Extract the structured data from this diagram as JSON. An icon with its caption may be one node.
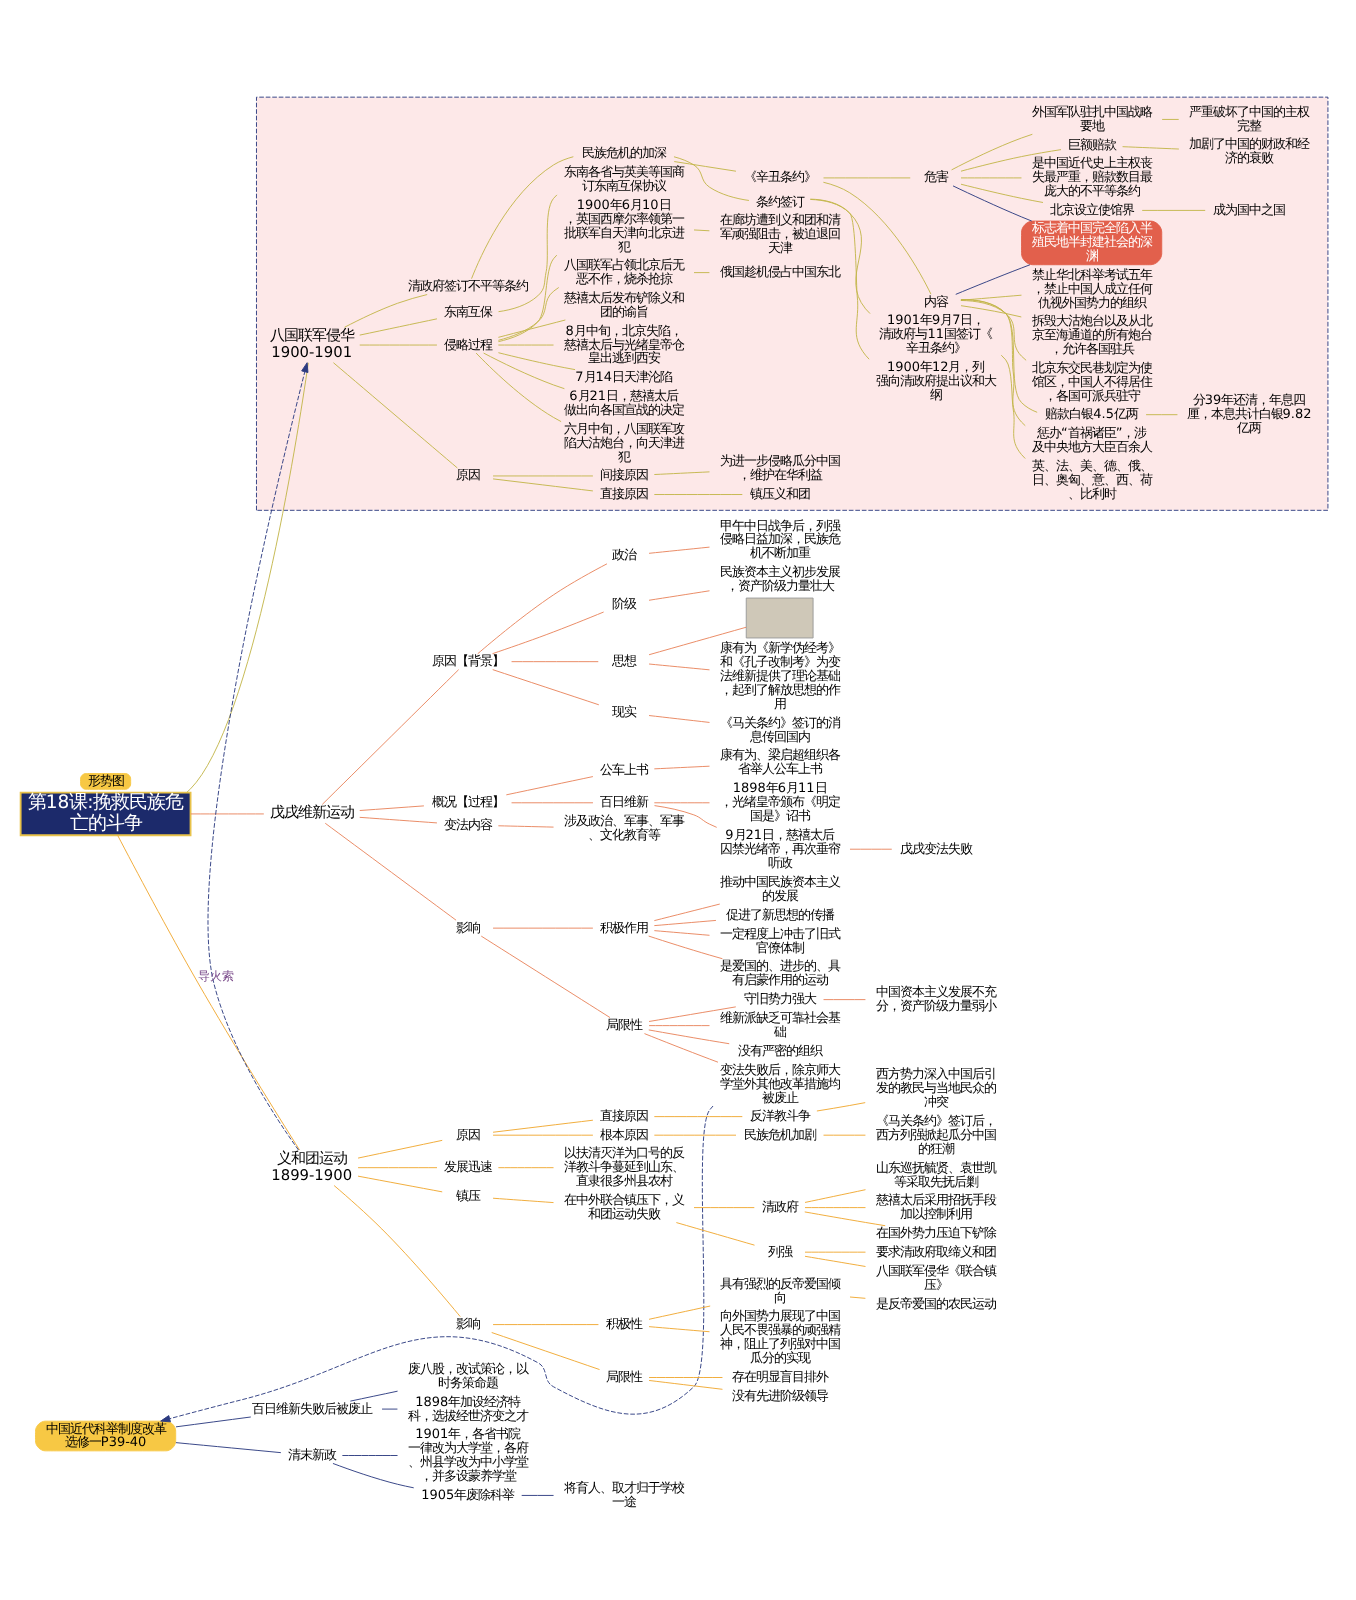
{
  "diagram": {
    "nodes": [
      {
        "text": [
          "第18课:挽救民族危亡的斗争"
        ]
      },
      {
        "text": [
          "戊戌维新运动"
        ]
      },
      {
        "text": [
          "原因【背景】"
        ]
      },
      {
        "text": [
          "政治"
        ]
      },
      {
        "text": [
          "甲午中日战争后，列强侵略日益加深，民族危机不断加重"
        ]
      },
      {
        "text": [
          "阶级"
        ]
      },
      {
        "text": [
          "民族资本主义初步发展，资产阶级力量壮大"
        ]
      },
      {
        "text": [
          "思想"
        ]
      },
      {
        "text": [],
        "shape": "box"
      },
      {
        "text": [
          "康有为《新学伪经考》和《孔子改制考》为变法维新提供了理论基础，起到了解放思想的作用"
        ]
      },
      {
        "text": [
          "现实"
        ]
      },
      {
        "text": [
          "《马关条约》签订的消息传回国内"
        ]
      },
      {
        "text": [
          "概况【过程】"
        ]
      },
      {
        "text": [
          "公车上书"
        ]
      },
      {
        "text": [
          "康有为、梁启超组织各省举人公车上书"
        ]
      },
      {
        "text": [
          "百日维新"
        ]
      },
      {
        "text": [
          "1898年6月11日，光绪皇帝颁布《明定国是》诏书"
        ]
      },
      {
        "text": [
          "9月21日，慈禧太后囚禁光绪帝，再次垂帘听政"
        ]
      },
      {
        "text": [
          "戊戌变法失败"
        ]
      },
      {
        "text": [
          "变法内容"
        ]
      },
      {
        "text": [
          "涉及政治、军事、军事、文化教育等"
        ]
      },
      {
        "text": [
          "影响"
        ]
      },
      {
        "text": [
          "积极作用"
        ]
      },
      {
        "text": [
          "推动中国民族资本主义的发展"
        ]
      },
      {
        "text": [
          "促进了新思想的传播"
        ]
      },
      {
        "text": [
          "一定程度上冲击了旧式官僚体制"
        ]
      },
      {
        "text": [
          "是爱国的、进步的、具有启蒙作用的运动"
        ]
      },
      {
        "text": [
          "局限性"
        ]
      },
      {
        "text": [
          "守旧势力强大"
        ]
      },
      {
        "text": [
          "中国资本主义发展不充分，资产阶级力量弱小"
        ]
      },
      {
        "text": [
          "维新派缺乏可靠社会基础"
        ]
      },
      {
        "text": [
          "没有严密的组织"
        ]
      },
      {
        "text": [
          "变法失败后，除京师大学堂外其他改革措施均被废止"
        ]
      },
      {
        "text": [
          "中国近代科举制度改革",
          "选修一P39-40"
        ]
      },
      {
        "text": [
          "百日维新失败后被废止"
        ]
      },
      {
        "text": [
          "废八股，改试策论，以时务策命题"
        ]
      },
      {
        "text": [
          "1898年加设经济特科，选拔经世济变之才"
        ]
      },
      {
        "text": [
          "清末新政"
        ]
      },
      {
        "text": [
          "1901年，各省书院一律改为大学堂，各府、州县学改为中小学堂，并多设蒙养学堂"
        ]
      },
      {
        "text": [
          "1905年废除科举"
        ]
      },
      {
        "text": [
          "将育人、取才归于学校一途"
        ]
      },
      {
        "text": [
          "形势图"
        ]
      },
      {
        "text": [
          "义和团运动",
          "1899-1900"
        ]
      },
      {
        "text": [
          "原因"
        ]
      },
      {
        "text": [
          "直接原因"
        ]
      },
      {
        "text": [
          "反洋教斗争"
        ]
      },
      {
        "text": [
          "西方势力深入中国后引发的教民与当地民众的冲突"
        ]
      },
      {
        "text": [
          "根本原因"
        ]
      },
      {
        "text": [
          "民族危机加剧"
        ]
      },
      {
        "text": [
          "《马关条约》签订后，西方列强掀起瓜分中国的狂潮"
        ]
      },
      {
        "text": [
          "发展迅速"
        ]
      },
      {
        "text": [
          "以扶清灭洋为口号的反洋教斗争蔓延到山东、直隶很多州县农村"
        ]
      },
      {
        "text": [
          "镇压"
        ]
      },
      {
        "text": [
          "在中外联合镇压下，义和团运动失败"
        ]
      },
      {
        "text": [
          "清政府"
        ]
      },
      {
        "text": [
          "山东巡抚毓贤、袁世凯等采取先抚后剿"
        ]
      },
      {
        "text": [
          "慈禧太后采用招抚手段加以控制利用"
        ]
      },
      {
        "text": [
          "在国外势力压迫下铲除"
        ]
      },
      {
        "text": [
          "列强"
        ]
      },
      {
        "text": [
          "要求清政府取缔义和团"
        ]
      },
      {
        "text": [
          "八国联军侵华《联合镇压》"
        ]
      },
      {
        "text": [
          "影响"
        ]
      },
      {
        "text": [
          "积极性"
        ]
      },
      {
        "text": [
          "具有强烈的反帝爱国倾向"
        ]
      },
      {
        "text": [
          "是反帝爱国的农民运动"
        ]
      },
      {
        "text": [
          "向外国势力展现了中国人民不畏强暴的顽强精神，阻止了列强对中国瓜分的实现"
        ]
      },
      {
        "text": [
          "局限性"
        ]
      },
      {
        "text": [
          "存在明显盲目排外"
        ]
      },
      {
        "text": [
          "没有先进阶级领导"
        ]
      },
      {
        "text": [],
        "shape": "box"
      },
      {
        "text": [
          "八国联军侵华",
          "1900-1901"
        ],
        "in": 69
      },
      {
        "text": [
          "原因"
        ],
        "in": 69
      },
      {
        "text": [
          "直接原因"
        ],
        "in": 69
      },
      {
        "text": [
          "镇压义和团"
        ],
        "in": 69
      },
      {
        "text": [
          "间接原因"
        ],
        "in": 69
      },
      {
        "text": [
          "为进一步侵略瓜分中国，维护在华利益"
        ],
        "in": 69
      },
      {
        "text": [
          "侵略过程"
        ],
        "in": 69
      },
      {
        "text": [
          "1900年6月10日，英国西摩尔率领第一批联军自天津向北京进犯"
        ],
        "in": 69
      },
      {
        "text": [
          "在廊坊遭到义和团和清军顽强阻击，被迫退回天津"
        ],
        "in": 69
      },
      {
        "text": [
          "六月中旬，八国联军攻陷大沽炮台，向天津进犯"
        ],
        "in": 69
      },
      {
        "text": [
          "6月21日，慈禧太后做出向各国宣战的决定"
        ],
        "in": 69
      },
      {
        "text": [
          "7月14日天津沦陷"
        ],
        "in": 69
      },
      {
        "text": [
          "8月中旬，北京失陷，慈禧太后与光绪皇帝仓皇出逃到西安"
        ],
        "in": 69
      },
      {
        "text": [
          "慈禧太后发布铲除义和团的谕旨"
        ],
        "in": 69
      },
      {
        "text": [
          "八国联军占领北京后无恶不作，烧杀抢掠"
        ],
        "in": 69
      },
      {
        "text": [
          "俄国趁机侵占中国东北"
        ],
        "in": 69
      },
      {
        "text": [
          "东南互保"
        ],
        "in": 69
      },
      {
        "text": [
          "东南各省与英美等国商订东南互保协议"
        ],
        "in": 69
      },
      {
        "text": [
          "清政府签订不平等条约"
        ],
        "in": 69
      },
      {
        "text": [
          "民族危机的加深"
        ],
        "in": 69
      },
      {
        "text": [
          "条约签订"
        ],
        "in": 69
      },
      {
        "text": [
          "1900年12月，列强向清政府提出议和大纲"
        ],
        "in": 69
      },
      {
        "text": [
          "1901年9月7日，清政府与11国签订《辛丑条约》"
        ],
        "in": 69
      },
      {
        "text": [
          "英、法、美、德、俄、日、奥匈、意、西、荷、比利时"
        ],
        "in": 69
      },
      {
        "text": [
          "《辛丑条约》"
        ],
        "in": 69
      },
      {
        "text": [
          "内容"
        ],
        "in": 69
      },
      {
        "text": [
          "惩办“首祸诸臣”，涉及中央地方大臣百余人"
        ],
        "in": 69
      },
      {
        "text": [
          "赔款白银4.5亿两"
        ],
        "in": 69
      },
      {
        "text": [
          "分39年还清，年息四厘，本息共计白银9.82亿两"
        ],
        "in": 69
      },
      {
        "text": [
          "北京东交民巷划定为使馆区，中国人不得居住，各国可派兵驻守"
        ],
        "in": 69
      },
      {
        "text": [
          "拆毁大沽炮台以及从北京至海通道的所有炮台，允许各国驻兵"
        ],
        "in": 69
      },
      {
        "text": [
          "禁止华北科举考试五年，禁止中国人成立任何仇视外国势力的组织"
        ],
        "in": 69
      },
      {
        "text": [
          "危害"
        ],
        "in": 69
      },
      {
        "text": [
          "是中国近代史上主权丧失最严重，赔款数目最庞大的不平等条约"
        ],
        "in": 69
      },
      {
        "text": [
          "巨额赔款"
        ],
        "in": 69
      },
      {
        "text": [
          "加剧了中国的财政和经济的衰败"
        ],
        "in": 69
      },
      {
        "text": [
          "外国军队驻扎中国战略要地"
        ],
        "in": 69
      },
      {
        "text": [
          "严重破坏了中国的主权完整"
        ],
        "in": 69
      },
      {
        "text": [
          "北京设立使馆界"
        ],
        "in": 69
      },
      {
        "text": [
          "成为国中之国"
        ],
        "in": 69
      },
      {
        "text": [
          "标志着中国完全陷入半殖民地半封建社会的深渊"
        ],
        "in": 69
      }
    ],
    "edges": [
      {
        "from": 0,
        "to": 1,
        "arrow": "none",
        "color": "#e8845c"
      },
      {
        "from": 1,
        "to": 2,
        "arrow": "none",
        "color": "#e8845c"
      },
      {
        "from": 2,
        "to": 3,
        "arrow": "none",
        "color": "#e8845c"
      },
      {
        "from": 3,
        "to": 4,
        "arrow": "none",
        "color": "#e8845c"
      },
      {
        "from": 2,
        "to": 5,
        "arrow": "none",
        "color": "#e8845c"
      },
      {
        "from": 5,
        "to": 6,
        "arrow": "none",
        "color": "#e8845c"
      },
      {
        "from": 2,
        "to": 7,
        "arrow": "none",
        "color": "#e8845c"
      },
      {
        "from": 7,
        "to": 8,
        "arrow": "none",
        "color": "#e8845c"
      },
      {
        "from": 7,
        "to": 9,
        "arrow": "none",
        "color": "#e8845c"
      },
      {
        "from": 2,
        "to": 10,
        "arrow": "none",
        "color": "#e8845c"
      },
      {
        "from": 10,
        "to": 11,
        "arrow": "none",
        "color": "#e8845c"
      },
      {
        "from": 1,
        "to": 12,
        "arrow": "none",
        "color": "#e8845c"
      },
      {
        "from": 12,
        "to": 13,
        "arrow": "none",
        "color": "#e8845c"
      },
      {
        "from": 13,
        "to": 14,
        "arrow": "none",
        "color": "#e8845c"
      },
      {
        "from": 12,
        "to": 15,
        "arrow": "none",
        "color": "#e8845c"
      },
      {
        "from": 15,
        "to": 16,
        "arrow": "none",
        "color": "#e8845c"
      },
      {
        "from": 15,
        "to": 17,
        "arrow": "none",
        "color": "#e8845c"
      },
      {
        "from": 17,
        "to": 18,
        "arrow": "none",
        "color": "#e8845c"
      },
      {
        "from": 1,
        "to": 19,
        "arrow": "none",
        "color": "#e8845c"
      },
      {
        "from": 19,
        "to": 20,
        "arrow": "none",
        "color": "#e8845c"
      },
      {
        "from": 1,
        "to": 21,
        "arrow": "none",
        "color": "#e8845c"
      },
      {
        "from": 21,
        "to": 22,
        "arrow": "none",
        "color": "#e8845c"
      },
      {
        "from": 22,
        "to": 23,
        "arrow": "none",
        "color": "#e8845c"
      },
      {
        "from": 22,
        "to": 24,
        "arrow": "none",
        "color": "#e8845c"
      },
      {
        "from": 22,
        "to": 25,
        "arrow": "none",
        "color": "#e8845c"
      },
      {
        "from": 22,
        "to": 26,
        "arrow": "none",
        "color": "#e8845c"
      },
      {
        "from": 21,
        "to": 27,
        "arrow": "none",
        "color": "#e8845c"
      },
      {
        "from": 27,
        "to": 28,
        "arrow": "none",
        "color": "#e8845c"
      },
      {
        "from": 28,
        "to": 29,
        "arrow": "none",
        "color": "#e8845c"
      },
      {
        "from": 27,
        "to": 30,
        "arrow": "none",
        "color": "#e8845c"
      },
      {
        "from": 27,
        "to": 31,
        "arrow": "none",
        "color": "#e8845c"
      },
      {
        "from": 27,
        "to": 32,
        "arrow": "none",
        "color": "#e8845c"
      },
      {
        "from": 32,
        "to": 33,
        "arrow": "to",
        "style": "dashed",
        "color": "#2b3a80"
      },
      {
        "from": 33,
        "to": 34,
        "arrow": "none",
        "color": "#2b3a80"
      },
      {
        "from": 34,
        "to": 35,
        "arrow": "none",
        "color": "#2b3a80"
      },
      {
        "from": 34,
        "to": 36,
        "arrow": "none",
        "color": "#2b3a80"
      },
      {
        "from": 33,
        "to": 37,
        "arrow": "none",
        "color": "#2b3a80"
      },
      {
        "from": 37,
        "to": 38,
        "arrow": "none",
        "color": "#2b3a80"
      },
      {
        "from": 37,
        "to": 39,
        "arrow": "none",
        "color": "#2b3a80"
      },
      {
        "from": 39,
        "to": 40,
        "arrow": "none",
        "color": "#2b3a80"
      },
      {
        "from": 0,
        "to": 42,
        "arrow": "none",
        "color": "#f0a830"
      },
      {
        "from": 42,
        "to": 43,
        "arrow": "none",
        "color": "#f0a830"
      },
      {
        "from": 43,
        "to": 44,
        "arrow": "none",
        "color": "#f0a830"
      },
      {
        "from": 44,
        "to": 45,
        "arrow": "none",
        "color": "#f0a830"
      },
      {
        "from": 45,
        "to": 46,
        "arrow": "none",
        "color": "#f0a830"
      },
      {
        "from": 43,
        "to": 47,
        "arrow": "none",
        "color": "#f0a830"
      },
      {
        "from": 47,
        "to": 48,
        "arrow": "none",
        "color": "#f0a830"
      },
      {
        "from": 48,
        "to": 49,
        "arrow": "none",
        "color": "#f0a830"
      },
      {
        "from": 42,
        "to": 50,
        "arrow": "none",
        "color": "#f0a830"
      },
      {
        "from": 50,
        "to": 51,
        "arrow": "none",
        "color": "#f0a830"
      },
      {
        "from": 42,
        "to": 52,
        "arrow": "none",
        "color": "#f0a830"
      },
      {
        "from": 52,
        "to": 53,
        "arrow": "none",
        "color": "#f0a830"
      },
      {
        "from": 53,
        "to": 54,
        "arrow": "none",
        "color": "#f0a830"
      },
      {
        "from": 54,
        "to": 55,
        "arrow": "none",
        "color": "#f0a830"
      },
      {
        "from": 54,
        "to": 56,
        "arrow": "none",
        "color": "#f0a830"
      },
      {
        "from": 54,
        "to": 57,
        "arrow": "none",
        "color": "#f0a830"
      },
      {
        "from": 53,
        "to": 58,
        "arrow": "none",
        "color": "#f0a830"
      },
      {
        "from": 58,
        "to": 59,
        "arrow": "none",
        "color": "#f0a830"
      },
      {
        "from": 58,
        "to": 60,
        "arrow": "none",
        "color": "#f0a830"
      },
      {
        "from": 42,
        "to": 61,
        "arrow": "none",
        "color": "#f0a830"
      },
      {
        "from": 61,
        "to": 62,
        "arrow": "none",
        "color": "#f0a830"
      },
      {
        "from": 62,
        "to": 63,
        "arrow": "none",
        "color": "#f0a830"
      },
      {
        "from": 63,
        "to": 64,
        "arrow": "none",
        "color": "#f0a830"
      },
      {
        "from": 62,
        "to": 65,
        "arrow": "none",
        "color": "#f0a830"
      },
      {
        "from": 61,
        "to": 66,
        "arrow": "none",
        "color": "#f0a830"
      },
      {
        "from": 66,
        "to": 67,
        "arrow": "none",
        "color": "#f0a830"
      },
      {
        "from": 66,
        "to": 68,
        "arrow": "none",
        "color": "#f0a830"
      },
      {
        "from": 42,
        "to": 70,
        "arrow": "to",
        "label": "导火索",
        "style": "dashed",
        "color": "#2b3a80"
      },
      {
        "from": 0,
        "to": 70,
        "arrow": "none"
      },
      {
        "from": 70,
        "to": 71,
        "arrow": "none"
      },
      {
        "from": 71,
        "to": 72,
        "arrow": "none"
      },
      {
        "from": 72,
        "to": 73,
        "arrow": "none"
      },
      {
        "from": 71,
        "to": 74,
        "arrow": "none"
      },
      {
        "from": 74,
        "to": 75,
        "arrow": "none"
      },
      {
        "from": 70,
        "to": 76,
        "arrow": "none"
      },
      {
        "from": 76,
        "to": 77,
        "arrow": "none"
      },
      {
        "from": 77,
        "to": 78,
        "arrow": "none"
      },
      {
        "from": 76,
        "to": 79,
        "arrow": "none"
      },
      {
        "from": 76,
        "to": 80,
        "arrow": "none"
      },
      {
        "from": 76,
        "to": 81,
        "arrow": "none"
      },
      {
        "from": 76,
        "to": 82,
        "arrow": "none"
      },
      {
        "from": 76,
        "to": 83,
        "arrow": "none"
      },
      {
        "from": 76,
        "to": 84,
        "arrow": "none"
      },
      {
        "from": 84,
        "to": 85,
        "arrow": "none"
      },
      {
        "from": 70,
        "to": 86,
        "arrow": "none"
      },
      {
        "from": 86,
        "to": 87,
        "arrow": "none"
      },
      {
        "from": 70,
        "to": 88,
        "arrow": "none"
      },
      {
        "from": 88,
        "to": 89,
        "arrow": "none"
      },
      {
        "from": 89,
        "to": 90,
        "arrow": "none"
      },
      {
        "from": 90,
        "to": 91,
        "arrow": "none"
      },
      {
        "from": 90,
        "to": 92,
        "arrow": "none"
      },
      {
        "from": 92,
        "to": 93,
        "arrow": "none"
      },
      {
        "from": 89,
        "to": 94,
        "arrow": "none"
      },
      {
        "from": 94,
        "to": 95,
        "arrow": "none"
      },
      {
        "from": 95,
        "to": 96,
        "arrow": "none"
      },
      {
        "from": 95,
        "to": 97,
        "arrow": "none"
      },
      {
        "from": 97,
        "to": 98,
        "arrow": "none"
      },
      {
        "from": 95,
        "to": 99,
        "arrow": "none"
      },
      {
        "from": 95,
        "to": 100,
        "arrow": "none"
      },
      {
        "from": 95,
        "to": 101,
        "arrow": "none"
      },
      {
        "from": 94,
        "to": 102,
        "arrow": "none"
      },
      {
        "from": 102,
        "to": 103,
        "arrow": "none"
      },
      {
        "from": 102,
        "to": 104,
        "arrow": "none"
      },
      {
        "from": 104,
        "to": 105,
        "arrow": "none"
      },
      {
        "from": 102,
        "to": 106,
        "arrow": "none"
      },
      {
        "from": 106,
        "to": 107,
        "arrow": "none"
      },
      {
        "from": 102,
        "to": 108,
        "arrow": "none"
      },
      {
        "from": 108,
        "to": 109,
        "arrow": "none"
      },
      {
        "from": 95,
        "to": 110,
        "arrow": "none",
        "color": "#2b3a80"
      },
      {
        "from": 102,
        "to": 110,
        "arrow": "none",
        "color": "#2b3a80"
      }
    ]
  }
}
